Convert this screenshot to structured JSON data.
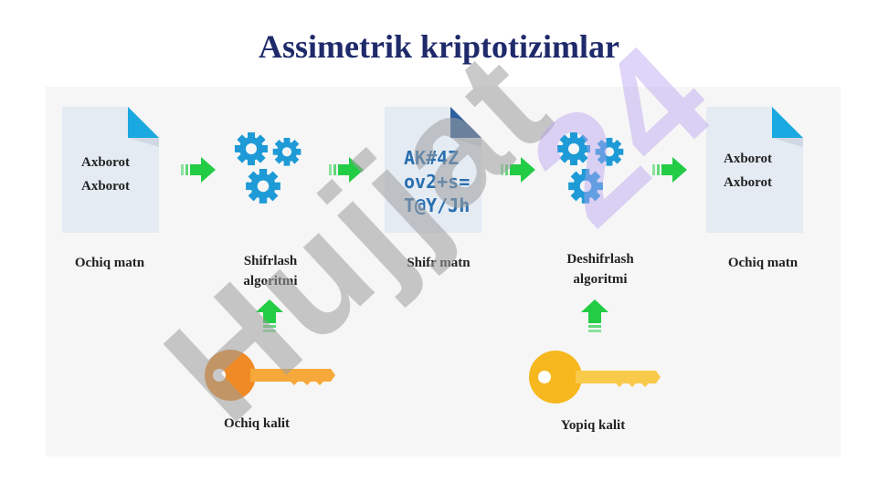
{
  "title": "Assimetrik kriptotizimlar",
  "documents": {
    "plain_left": [
      "Axborot",
      "Axborot"
    ],
    "cipher": [
      "AK#4Z",
      "ov2+s=",
      "T@Y/Jh"
    ],
    "plain_right": [
      "Axborot",
      "Axborot"
    ]
  },
  "labels": {
    "plain_left": "Ochiq matn",
    "encrypt": "Shifrlash algoritmi",
    "cipher": "Shifr matn",
    "decrypt": "Deshifrlash algoritmi",
    "plain_right": "Ochiq matn",
    "public_key": "Ochiq kalit",
    "private_key": "Yopiq kalit"
  },
  "icons": {
    "document": "document-icon",
    "gears": "gears-icon",
    "arrow": "arrow-right-icon",
    "arrow_up": "arrow-up-icon",
    "key": "key-icon"
  },
  "colors": {
    "title": "#1f2a6b",
    "gear": "#1e9bd7",
    "arrow": "#22cc44",
    "public_key": "#f08a24",
    "private_key": "#f6b81e",
    "watermark_gray": "#9e9e9e",
    "watermark_purple": "#b9a3f0"
  },
  "watermark": "Hujjat24"
}
